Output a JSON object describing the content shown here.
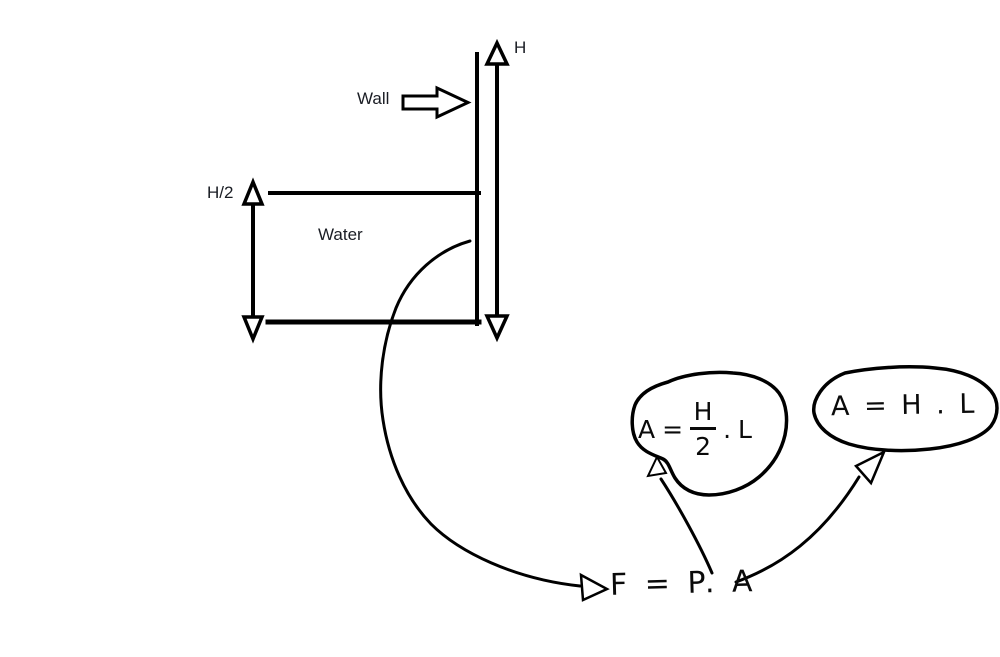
{
  "labels": {
    "wall": "Wall",
    "full_height": "H",
    "half_height": "H/2",
    "water": "Water"
  },
  "formulas": {
    "force": "F = P. A",
    "area_triangle": {
      "lhs": "A",
      "equals": "=",
      "numerator": "H",
      "denominator": "2",
      "dot": ".",
      "length": "L"
    },
    "area_rectangle": "A = H . L"
  },
  "colors": {
    "ink": "#000000",
    "label_text": "#1a1d24",
    "background": "#ffffff"
  }
}
